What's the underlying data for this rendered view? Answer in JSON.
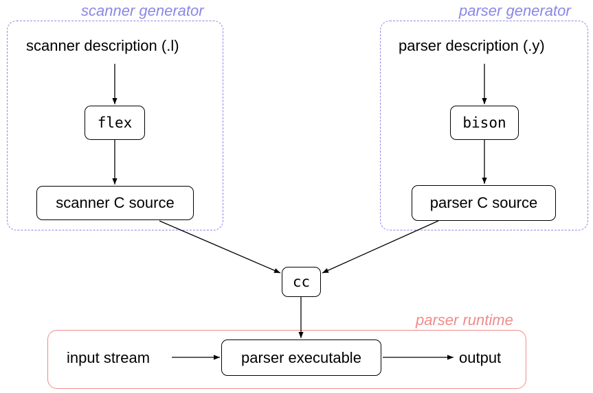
{
  "groups": {
    "scanner": {
      "label": "scanner generator"
    },
    "parser": {
      "label": "parser generator"
    },
    "runtime": {
      "label": "parser runtime"
    }
  },
  "nodes": {
    "scanner_desc": "scanner description (.l)",
    "flex": "flex",
    "scanner_src": "scanner C source",
    "parser_desc": "parser description (.y)",
    "bison": "bison",
    "parser_src": "parser C source",
    "cc": "cc",
    "input": "input stream",
    "executable": "parser executable",
    "output": "output"
  },
  "colors": {
    "generator_group": "#8a87e6",
    "runtime_group": "#f08b8b",
    "edge": "#000000"
  }
}
